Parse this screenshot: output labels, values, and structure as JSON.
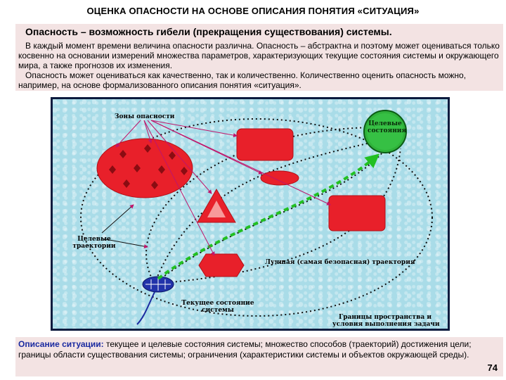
{
  "title": "ОЦЕНКА ОПАСНОСТИ НА ОСНОВЕ ОПИСАНИЯ ПОНЯТИЯ «СИТУАЦИЯ»",
  "definition": {
    "heading": "Опасность – возможность гибели (прекращения существования) системы.",
    "paragraph1": "В каждый момент времени величина опасности различна. Опасность – абстрактна и поэтому может оцениваться только косвенно на основании измерений множества параметров, характеризующих текущие состояния системы и окружающего мира, а также прогнозов их изменения.",
    "paragraph2": "Опасность может оцениваться как качественно, так и количественно. Количественно оценить опасность можно, например, на основе формализованного описания понятия «ситуация»."
  },
  "diagram": {
    "labels": {
      "danger_zones": "Зоны опасности",
      "target_states_line1": "Целевые",
      "target_states_line2": "состояния",
      "target_trajectories_line1": "Целевые",
      "target_trajectories_line2": "траектории",
      "best_trajectory": "Лучшая (самая безопасная) траектория",
      "current_state_line1": "Текущее состояние",
      "current_state_line2": "системы",
      "boundaries_line1": "Границы пространства и",
      "boundaries_line2": "условия выполнения задачи"
    },
    "colors": {
      "zone": "#e8202a",
      "best_path": "#22c022",
      "arrows": "#c0156a",
      "frame": "#0c1b3e",
      "background": "#a9dce8"
    }
  },
  "situation": {
    "label": "Описание ситуации:",
    "text": " текущее и целевые состояния системы;  множество способов  (траекторий) достижения цели; границы области существования системы;  ограничения (характеристики системы и объектов окружающей среды)."
  },
  "page_number": "74"
}
